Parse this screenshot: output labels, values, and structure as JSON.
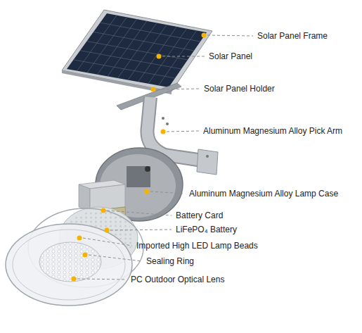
{
  "diagram": {
    "labels": [
      "Solar Panel Frame",
      "Solar Panel",
      "Solar Panel Holder",
      "Aluminum Magnesium Alloy Pick Arm",
      "Aluminum Magnesium Alloy Lamp Case",
      "Battery Card",
      "LiFePO₄ Battery",
      "Imported High LED Lamp Beads",
      "Sealing Ring",
      "PC Outdoor Optical Lens"
    ]
  }
}
